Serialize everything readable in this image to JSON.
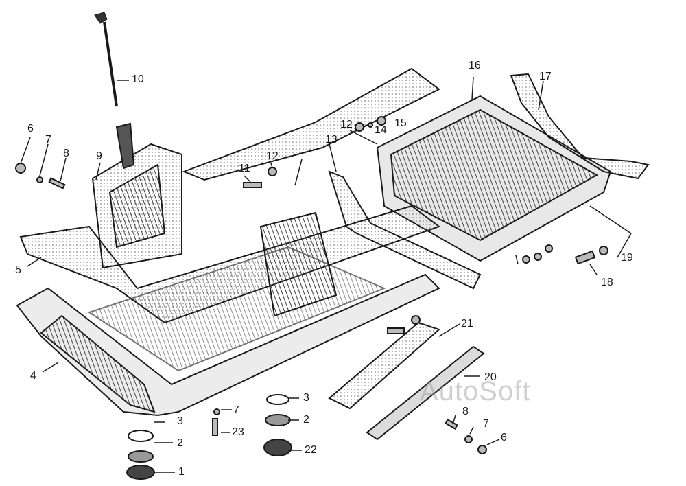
{
  "callouts": [
    {
      "id": "c10",
      "text": "10"
    },
    {
      "id": "c16",
      "text": "16"
    },
    {
      "id": "c17",
      "text": "17"
    },
    {
      "id": "c6a",
      "text": "6"
    },
    {
      "id": "c7a",
      "text": "7"
    },
    {
      "id": "c8a",
      "text": "8"
    },
    {
      "id": "c9",
      "text": "9"
    },
    {
      "id": "c12a",
      "text": "12"
    },
    {
      "id": "c14",
      "text": "14"
    },
    {
      "id": "c15",
      "text": "15"
    },
    {
      "id": "c13",
      "text": "13"
    },
    {
      "id": "c11",
      "text": "11"
    },
    {
      "id": "c12b",
      "text": "12"
    },
    {
      "id": "c5",
      "text": "5"
    },
    {
      "id": "c19",
      "text": "19"
    },
    {
      "id": "c18",
      "text": "18"
    },
    {
      "id": "c21",
      "text": "21"
    },
    {
      "id": "c4",
      "text": "4"
    },
    {
      "id": "c20",
      "text": "20"
    },
    {
      "id": "c3a",
      "text": "3"
    },
    {
      "id": "c7b",
      "text": "7"
    },
    {
      "id": "c3b",
      "text": "3"
    },
    {
      "id": "c2a",
      "text": "2"
    },
    {
      "id": "c23",
      "text": "23"
    },
    {
      "id": "c2b",
      "text": "2"
    },
    {
      "id": "c8b",
      "text": "8"
    },
    {
      "id": "c7c",
      "text": "7"
    },
    {
      "id": "c22",
      "text": "22"
    },
    {
      "id": "c6b",
      "text": "6"
    },
    {
      "id": "c1",
      "text": "1"
    }
  ],
  "watermark": "AutoSoft",
  "colors": {
    "ink": "#1a1a1a",
    "hatch": "#555555",
    "shadow": "#2b2b2b"
  }
}
